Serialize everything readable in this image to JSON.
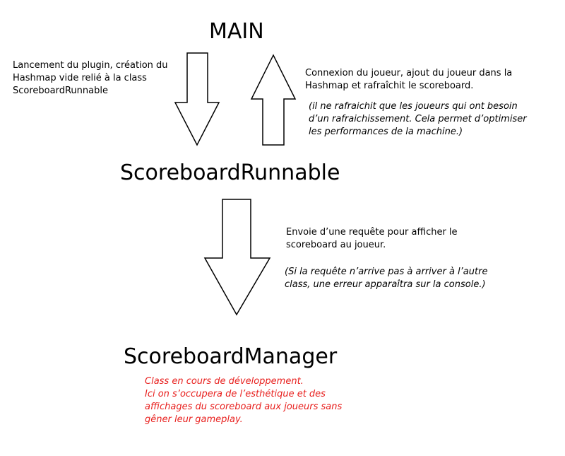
{
  "nodes": {
    "main": "MAIN",
    "runnable": "ScoreboardRunnable",
    "manager": "ScoreboardManager"
  },
  "notes": {
    "launch": [
      "Lancement du plugin, création du",
      "Hashmap vide relié à la class",
      "ScoreboardRunnable"
    ],
    "connect": [
      "Connexion du joueur, ajout du joueur dans la",
      "Hashmap et rafraîchit le scoreboard."
    ],
    "refresh": [
      "(il ne rafraichit que les joueurs qui ont besoin",
      "d’un rafraichissement. Cela permet d’optimiser",
      "les performances de la machine.)"
    ],
    "request": [
      "Envoie d’une requête pour afficher le",
      "scoreboard au joueur."
    ],
    "error": [
      "(Si la requête n’arrive pas à arriver à l’autre",
      "class, une erreur apparaîtra sur la console.)"
    ],
    "manager": [
      "Class en cours de développement.",
      "Ici on s’occupera de l’esthétique et des",
      "affichages du scoreboard aux joueurs sans",
      "gêner leur gameplay."
    ]
  },
  "colors": {
    "text": "#000000",
    "note_red": "#e8201e",
    "arrow_stroke": "#000000",
    "arrow_fill": "#ffffff"
  },
  "arrows": [
    {
      "from": "MAIN",
      "to": "ScoreboardRunnable",
      "direction": "down"
    },
    {
      "from": "ScoreboardRunnable",
      "to": "MAIN",
      "direction": "up"
    },
    {
      "from": "ScoreboardRunnable",
      "to": "ScoreboardManager",
      "direction": "down"
    }
  ]
}
